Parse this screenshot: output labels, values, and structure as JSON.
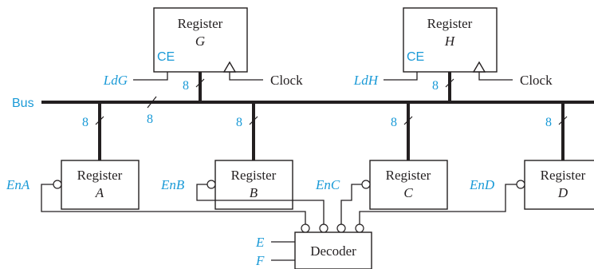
{
  "colors": {
    "accent": "#1a9ad7",
    "ink": "#231f20"
  },
  "bus_label": "Bus",
  "bus_width": "8",
  "top_registers": [
    {
      "title": "Register",
      "name": "G",
      "ce": "CE",
      "load": "LdG",
      "clock": "Clock",
      "width": "8"
    },
    {
      "title": "Register",
      "name": "H",
      "ce": "CE",
      "load": "LdH",
      "clock": "Clock",
      "width": "8"
    }
  ],
  "bottom_registers": [
    {
      "title": "Register",
      "name": "A",
      "enable": "EnA",
      "width": "8"
    },
    {
      "title": "Register",
      "name": "B",
      "enable": "EnB",
      "width": "8"
    },
    {
      "title": "Register",
      "name": "C",
      "enable": "EnC",
      "width": "8"
    },
    {
      "title": "Register",
      "name": "D",
      "enable": "EnD",
      "width": "8"
    }
  ],
  "decoder": {
    "label": "Decoder",
    "inputs": [
      "E",
      "F"
    ]
  }
}
